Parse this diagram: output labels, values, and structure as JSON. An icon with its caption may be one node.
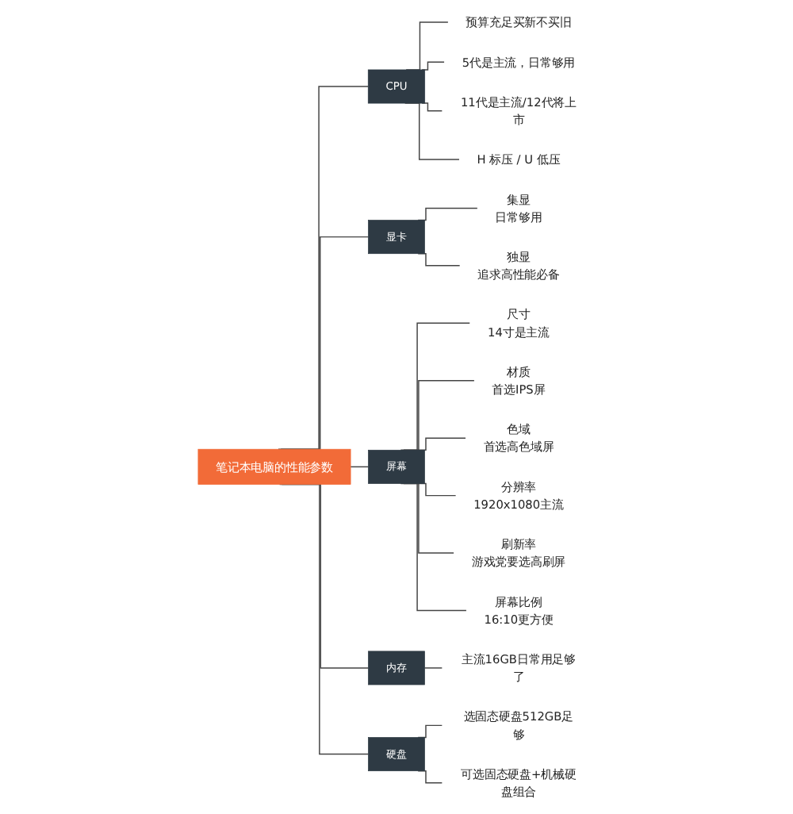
{
  "diagram": {
    "nodes": [
      {
        "text": [
          "笔记本电脑的性能参数"
        ]
      },
      {
        "text": [
          "CPU"
        ]
      },
      {
        "text": [
          "预算充足买新不买旧"
        ]
      },
      {
        "text": [
          "5代是主流，日常够用"
        ]
      },
      {
        "text": [
          "11代是主流/12代将上市"
        ]
      },
      {
        "text": [
          "H 标压 / U 低压"
        ]
      },
      {
        "text": [
          "显卡"
        ]
      },
      {
        "text": [
          "集显",
          "日常够用"
        ]
      },
      {
        "text": [
          "独显",
          "追求高性能必备"
        ]
      },
      {
        "text": [
          "屏幕"
        ]
      },
      {
        "text": [
          "尺寸",
          "14寸是主流"
        ]
      },
      {
        "text": [
          "材质",
          "首选IPS屏"
        ]
      },
      {
        "text": [
          "色域",
          "首选高色域屏"
        ]
      },
      {
        "text": [
          "分辨率",
          "1920x1080主流"
        ]
      },
      {
        "text": [
          "刷新率",
          "游戏党要选高刷屏"
        ]
      },
      {
        "text": [
          "屏幕比例",
          "16:10更方便"
        ]
      },
      {
        "text": [
          "内存"
        ]
      },
      {
        "text": [
          "主流16GB日常用足够了"
        ]
      },
      {
        "text": [
          "硬盘"
        ]
      },
      {
        "text": [
          "选固态硬盘512GB足够"
        ]
      },
      {
        "text": [
          "可选固态硬盘+机械硬盘组合"
        ]
      }
    ],
    "edges": [
      {
        "from": 0,
        "to": 1,
        "arrow": "none"
      },
      {
        "from": 1,
        "to": 2,
        "arrow": "none"
      },
      {
        "from": 1,
        "to": 3,
        "arrow": "none"
      },
      {
        "from": 1,
        "to": 4,
        "arrow": "none"
      },
      {
        "from": 1,
        "to": 5,
        "arrow": "none"
      },
      {
        "from": 0,
        "to": 6,
        "arrow": "none"
      },
      {
        "from": 6,
        "to": 7,
        "arrow": "none"
      },
      {
        "from": 6,
        "to": 8,
        "arrow": "none"
      },
      {
        "from": 0,
        "to": 9,
        "arrow": "none"
      },
      {
        "from": 9,
        "to": 10,
        "arrow": "none"
      },
      {
        "from": 9,
        "to": 11,
        "arrow": "none"
      },
      {
        "from": 9,
        "to": 12,
        "arrow": "none"
      },
      {
        "from": 9,
        "to": 13,
        "arrow": "none"
      },
      {
        "from": 9,
        "to": 14,
        "arrow": "none"
      },
      {
        "from": 9,
        "to": 15,
        "arrow": "none"
      },
      {
        "from": 0,
        "to": 16,
        "arrow": "none"
      },
      {
        "from": 16,
        "to": 17,
        "arrow": "none"
      },
      {
        "from": 0,
        "to": 18,
        "arrow": "none"
      },
      {
        "from": 18,
        "to": 19,
        "arrow": "none"
      },
      {
        "from": 18,
        "to": 20,
        "arrow": "none"
      }
    ]
  }
}
